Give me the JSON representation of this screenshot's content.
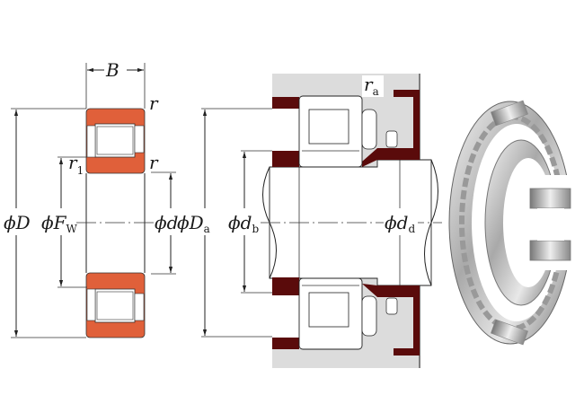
{
  "diagram": {
    "title_visible": false,
    "colors": {
      "bearing_ring": "#e0603a",
      "mounting_parts": "#5a0b0b",
      "housing": "#dcdcdc"
    },
    "left_view": {
      "width_label": "B",
      "corner_label_top": "r",
      "corner_label_inner": "r",
      "corner_label_r1": "r",
      "corner_label_r1_sub": "1",
      "outer_diameter_label": "ϕD",
      "roller_diameter_label": "ϕF",
      "roller_diameter_sub": "W",
      "bore_label": "ϕd"
    },
    "mounting_view": {
      "housing_shoulder_label": "ϕD",
      "housing_shoulder_sub": "a",
      "shaft_shoulder_label": "ϕd",
      "shaft_shoulder_sub": "b",
      "shaft_step_label": "ϕd",
      "shaft_step_sub": "d",
      "fillet_label": "r",
      "fillet_sub": "a"
    },
    "photo": {
      "icon": "cylindrical-roller-bearing-photo"
    }
  }
}
